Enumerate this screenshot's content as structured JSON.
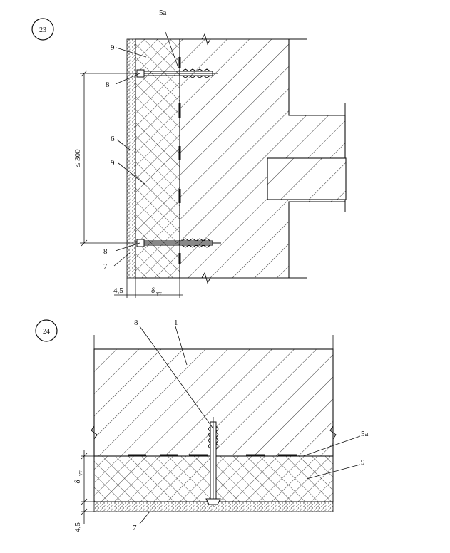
{
  "figures": [
    {
      "number": "23",
      "labels": {
        "l5a": "5а",
        "l9a": "9",
        "l8a": "8",
        "l6": "6",
        "l9b": "9",
        "l8b": "8",
        "l7": "7",
        "dim_vertical": "≤ 300",
        "dim_45": "4,5",
        "dim_delta": "δ",
        "dim_delta_sub": "ут"
      }
    },
    {
      "number": "24",
      "labels": {
        "l8": "8",
        "l1": "1",
        "l5a": "5а",
        "l9": "9",
        "l7": "7",
        "dim_delta": "δ",
        "dim_delta_sub": "ут",
        "dim_45": "4,5"
      }
    }
  ]
}
